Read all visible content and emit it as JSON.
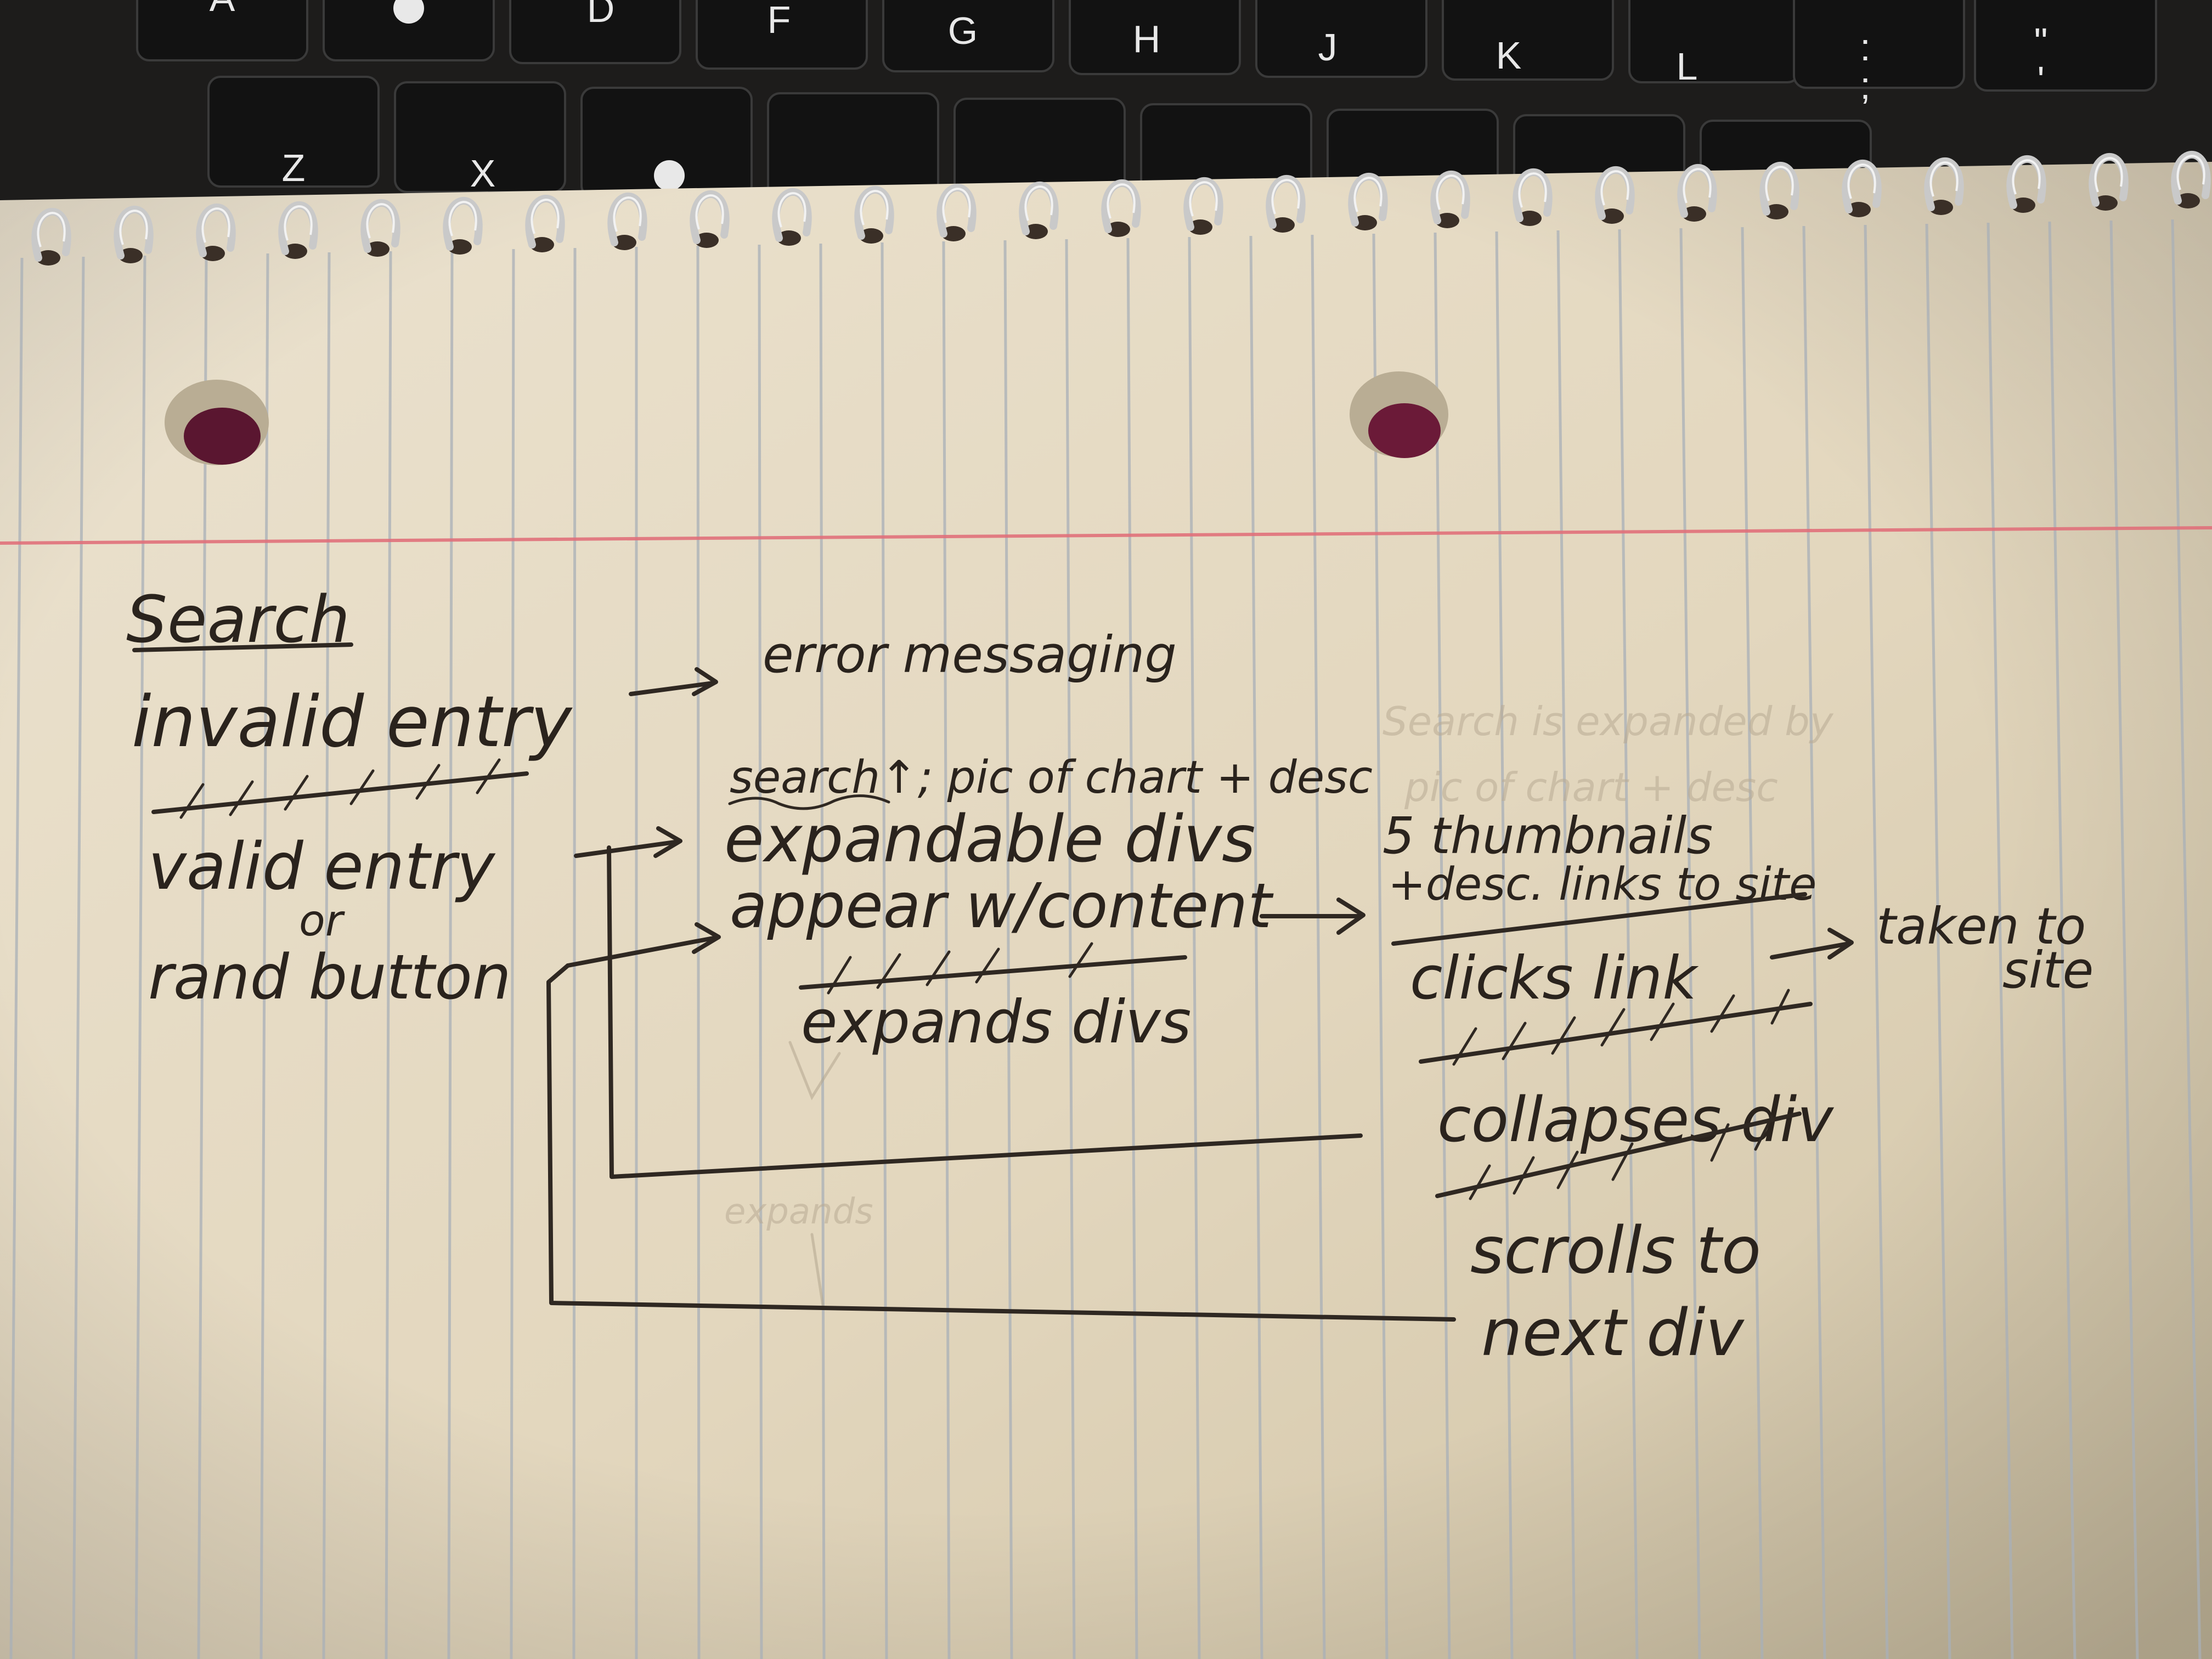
{
  "keyboard": {
    "row_upper": [
      "A",
      "",
      "D",
      "F",
      "G",
      "H",
      "J",
      "K",
      "L",
      ":\n;",
      "\"\n'"
    ],
    "row_lower": [
      "Z",
      "X",
      "",
      "",
      "",
      "",
      "",
      "",
      ""
    ]
  },
  "notes": {
    "title": "Search",
    "invalid_entry": "invalid entry",
    "error_messaging": "error messaging",
    "valid_entry": "valid entry",
    "or": "or",
    "rand_button": "rand button",
    "search_annotation": "search↑; pic of chart + desc",
    "expandable_divs": "expandable divs",
    "appear_content": "appear w/content",
    "expands_divs": "expands divs",
    "thumbnails": "5 thumbnails",
    "desc_links": "+desc. links to site",
    "clicks_link": "clicks link",
    "taken_to_site_1": "taken to",
    "taken_to_site_2": "site",
    "collapses_div": "collapses div",
    "scrolls_to": "scrolls to",
    "next_div": "next div"
  },
  "faint_notes": {
    "line1": "Search is expanded by",
    "line2": "pic of chart + desc",
    "line3": "expands"
  },
  "colors": {
    "paper": "#e7dcc6",
    "paper_shadow": "#cbbf9f",
    "rule_line": "#a9b0b8",
    "margin_line": "#e0707a",
    "ink": "#2f2822"
  }
}
